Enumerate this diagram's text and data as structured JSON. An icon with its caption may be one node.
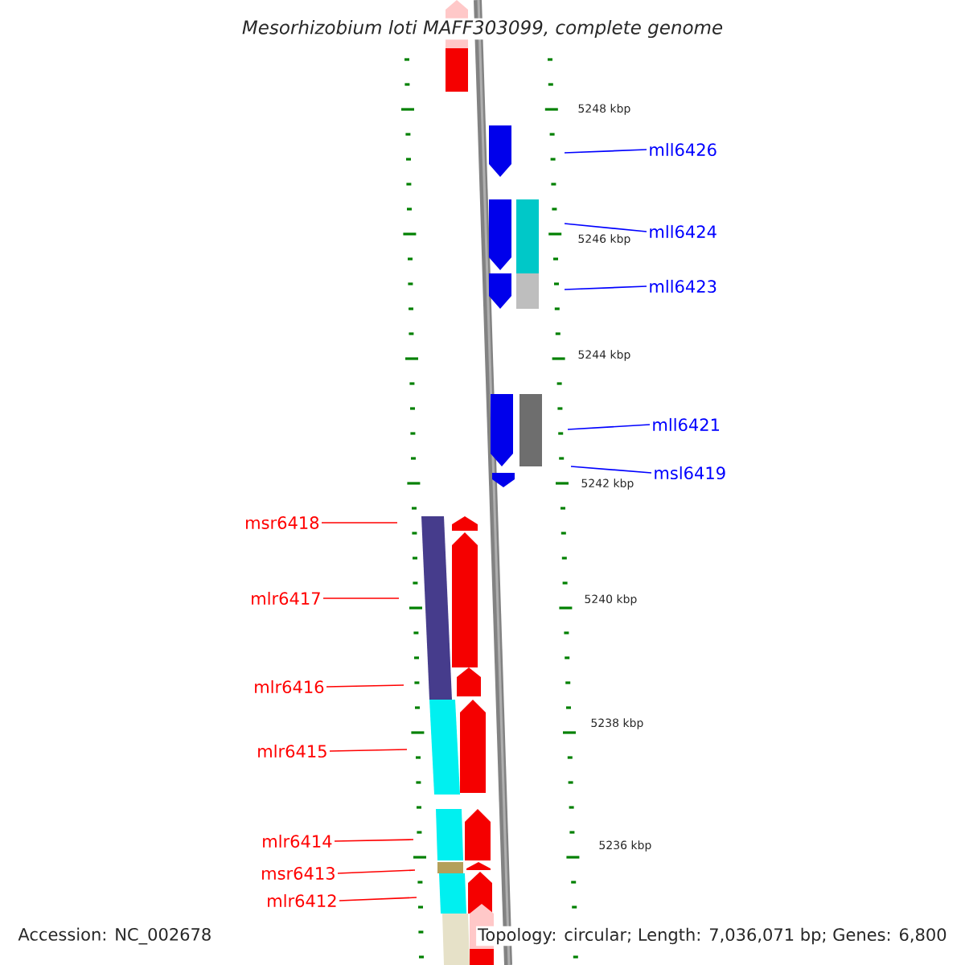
{
  "diagram": {
    "title": "Mesorhizobium loti MAFF303099, complete genome",
    "nodes": [
      {
        "text": [
          "mll6426"
        ]
      },
      {
        "text": [
          "mll6424"
        ]
      },
      {
        "text": [
          "mll6423"
        ]
      },
      {
        "text": [
          "mll6421"
        ]
      },
      {
        "text": [
          "msl6419"
        ]
      },
      {
        "text": [
          "msr6418"
        ]
      },
      {
        "text": [
          "mlr6417"
        ]
      },
      {
        "text": [
          "mlr6416"
        ]
      },
      {
        "text": [
          "mlr6415"
        ]
      },
      {
        "text": [
          "mlr6414"
        ]
      },
      {
        "text": [
          "msr6413"
        ]
      },
      {
        "text": [
          "mlr6412"
        ]
      }
    ],
    "edges": [
      {
        "from": 0,
        "to": null,
        "arrow": "none",
        "color": "#0000ff"
      },
      {
        "from": 1,
        "to": null,
        "arrow": "none",
        "color": "#0000ff"
      },
      {
        "from": 2,
        "to": null,
        "arrow": "none",
        "color": "#0000ff"
      },
      {
        "from": 3,
        "to": null,
        "arrow": "none",
        "color": "#0000ff"
      },
      {
        "from": 4,
        "to": null,
        "arrow": "none",
        "color": "#0000ff"
      },
      {
        "from": 5,
        "to": null,
        "arrow": "none"
      },
      {
        "from": 6,
        "to": null,
        "arrow": "none"
      },
      {
        "from": 7,
        "to": null,
        "arrow": "none"
      },
      {
        "from": 8,
        "to": null,
        "arrow": "none"
      },
      {
        "from": 9,
        "to": null,
        "arrow": "none"
      },
      {
        "from": 10,
        "to": null,
        "arrow": "none"
      },
      {
        "from": 11,
        "to": null,
        "arrow": "none"
      }
    ],
    "labels": [
      "5248 kbp",
      "5246 kbp",
      "5244 kbp",
      "5242 kbp",
      "5240 kbp",
      "5238 kbp",
      "5236 kbp",
      "Accession: NC_002678",
      "Topology: circular; Length: 7,036,071 bp; Genes: 6,800"
    ]
  }
}
